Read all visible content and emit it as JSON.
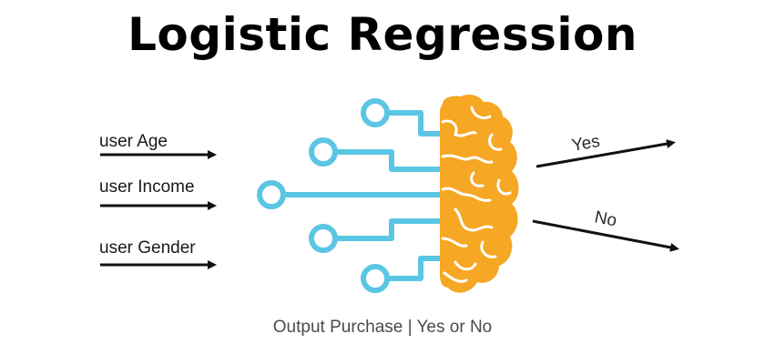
{
  "title": "Logistic Regression",
  "inputs": [
    {
      "label": "user Age"
    },
    {
      "label": "user Income"
    },
    {
      "label": "user Gender"
    }
  ],
  "outputs": [
    {
      "label": "Yes"
    },
    {
      "label": "No"
    }
  ],
  "caption": "Output Purchase | Yes or No",
  "colors": {
    "circuit": "#5bc6e4",
    "brain": "#f6a723",
    "brain_lines": "#ffffff",
    "arrows": "#111111",
    "text": "#000000"
  },
  "icons": {
    "model": "brain-circuit-icon"
  }
}
